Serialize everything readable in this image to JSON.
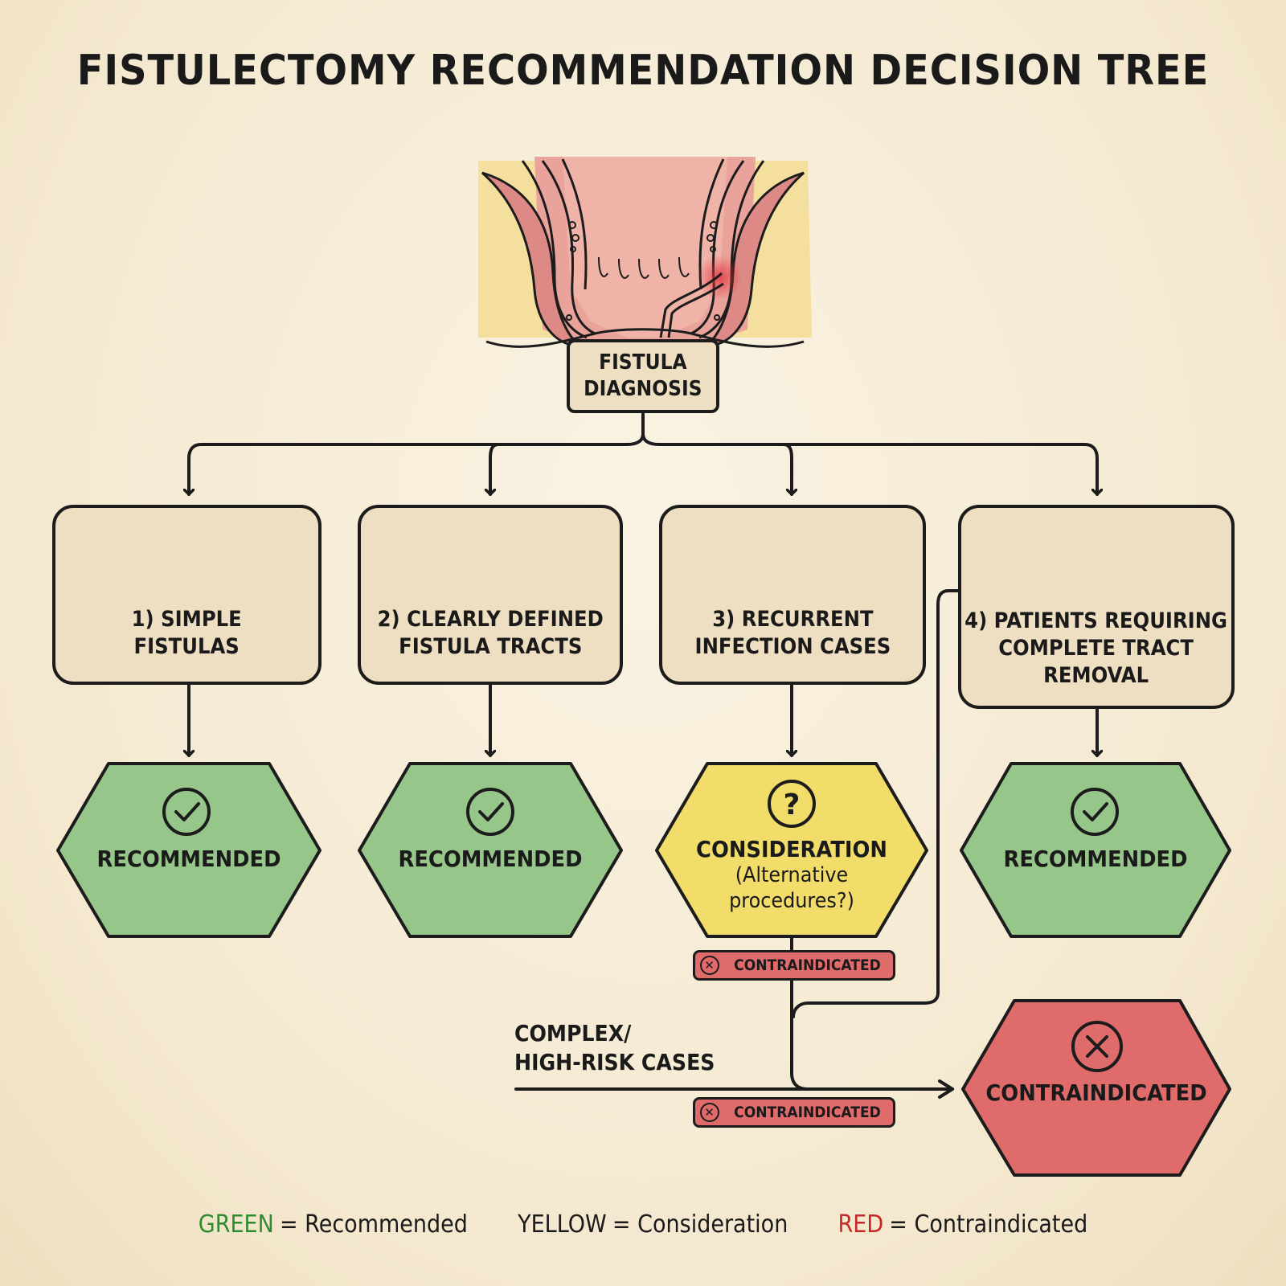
{
  "title": "FISTULECTOMY RECOMMENDATION DECISION TREE",
  "root": {
    "label_line1": "FISTULA",
    "label_line2": "DIAGNOSIS",
    "illustration": "anorectal-anatomy-with-fistula-tract"
  },
  "colors": {
    "background": "#f6ecd6",
    "box_fill": "#efdfc2",
    "recommended": "#97c68a",
    "consideration": "#f2dc6a",
    "contraindicated": "#e06b6b",
    "legend_green": "#2e8b2e",
    "legend_red": "#c62828",
    "stroke": "#1c1c1c"
  },
  "categories": [
    {
      "label_line1": "1) SIMPLE",
      "label_line2": "FISTULAS",
      "label_line3": "",
      "icon": "straight-line-icon",
      "outcome": {
        "type": "recommended",
        "label": "RECOMMENDED",
        "icon": "check-circle-icon"
      }
    },
    {
      "label_line1": "2) CLEARLY DEFINED",
      "label_line2": "FISTULA TRACTS",
      "label_line3": "",
      "icon": "dashed-arrow-icon",
      "outcome": {
        "type": "recommended",
        "label": "RECOMMENDED",
        "icon": "check-circle-icon"
      }
    },
    {
      "label_line1": "3) RECURRENT",
      "label_line2": "INFECTION CASES",
      "label_line3": "",
      "icon": "inflamed-swelling-icon",
      "outcome": {
        "type": "consideration",
        "label": "CONSIDERATION",
        "sub_line1": "(Alternative",
        "sub_line2": "procedures?)",
        "icon": "question-circle-icon"
      }
    },
    {
      "label_line1": "4) PATIENTS REQUIRING",
      "label_line2": "COMPLETE TRACT",
      "label_line3": "REMOVAL",
      "icon": "scalpel-incision-icon",
      "outcome": {
        "type": "recommended",
        "label": "RECOMMENDED",
        "icon": "check-circle-icon"
      }
    }
  ],
  "badges": [
    {
      "label": "CONTRAINDICATED",
      "icon": "x-circle-icon"
    },
    {
      "label": "CONTRAINDICATED",
      "icon": "x-circle-icon"
    }
  ],
  "complex_cases": {
    "label_line1": "COMPLEX/",
    "label_line2": "HIGH-RISK CASES",
    "outcome": {
      "type": "contraindicated",
      "label": "CONTRAINDICATED",
      "icon": "x-circle-icon"
    }
  },
  "legend": [
    {
      "key": "GREEN",
      "value": "= Recommended"
    },
    {
      "key": "YELLOW",
      "value": "= Consideration"
    },
    {
      "key": "RED",
      "value": "= Contraindicated"
    }
  ]
}
